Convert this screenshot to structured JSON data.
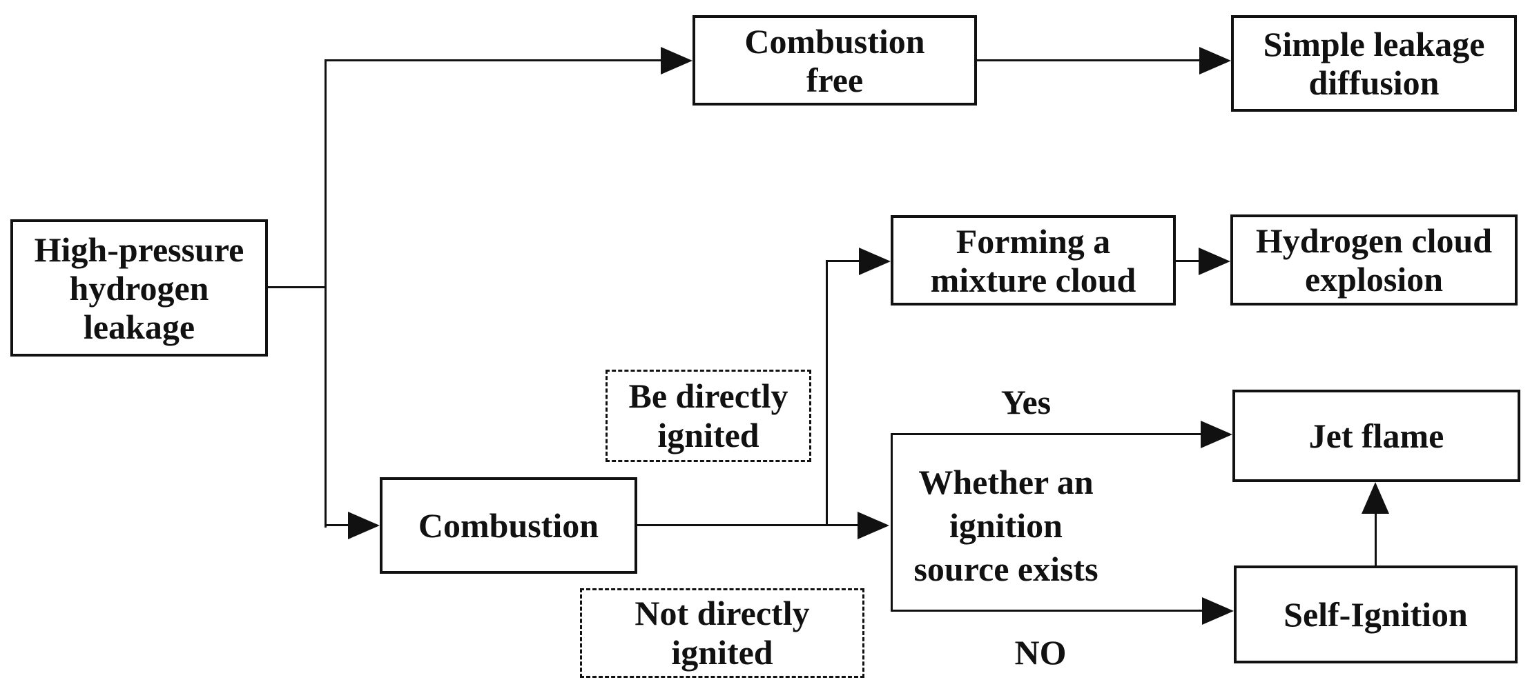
{
  "nodes": {
    "high_pressure": {
      "label": "High-pressure hydrogen leakage"
    },
    "combustion_free": {
      "label": "Combustion free"
    },
    "simple_leakage_diffusion": {
      "label": "Simple leakage diffusion"
    },
    "forming_a_mixture_cloud": {
      "label": "Forming a mixture cloud"
    },
    "hydrogen_cloud_explosion": {
      "label": "Hydrogen cloud explosion"
    },
    "combustion": {
      "label": "Combustion"
    },
    "jet_flame": {
      "label": "Jet flame"
    },
    "self_ignition": {
      "label": "Self-Ignition"
    }
  },
  "edge_labels": {
    "be_directly_ignited": {
      "label": "Be directly ignited",
      "style": "dashed-box"
    },
    "not_directly_ignited": {
      "label": "Not directly ignited",
      "style": "dashed-box"
    },
    "ignition_source_question": {
      "label": "Whether an ignition source exists"
    },
    "yes": {
      "label": "Yes"
    },
    "no": {
      "label": "NO"
    }
  },
  "edges": [
    {
      "from": "high_pressure",
      "to": "combustion_free"
    },
    {
      "from": "high_pressure",
      "to": "combustion"
    },
    {
      "from": "combustion_free",
      "to": "simple_leakage_diffusion"
    },
    {
      "from": "combustion",
      "to": "forming_a_mixture_cloud",
      "condition": "Be directly ignited"
    },
    {
      "from": "forming_a_mixture_cloud",
      "to": "hydrogen_cloud_explosion"
    },
    {
      "from": "combustion",
      "to": "ignition_source_question",
      "condition": "Not directly ignited"
    },
    {
      "from": "ignition_source_question",
      "to": "jet_flame",
      "condition": "Yes"
    },
    {
      "from": "ignition_source_question",
      "to": "self_ignition",
      "condition": "NO"
    },
    {
      "from": "self_ignition",
      "to": "jet_flame"
    }
  ],
  "icons": {
    "arrowhead_right": "►",
    "arrowhead_up": "▲"
  },
  "colors": {
    "ink": "#111111",
    "background": "#ffffff"
  }
}
